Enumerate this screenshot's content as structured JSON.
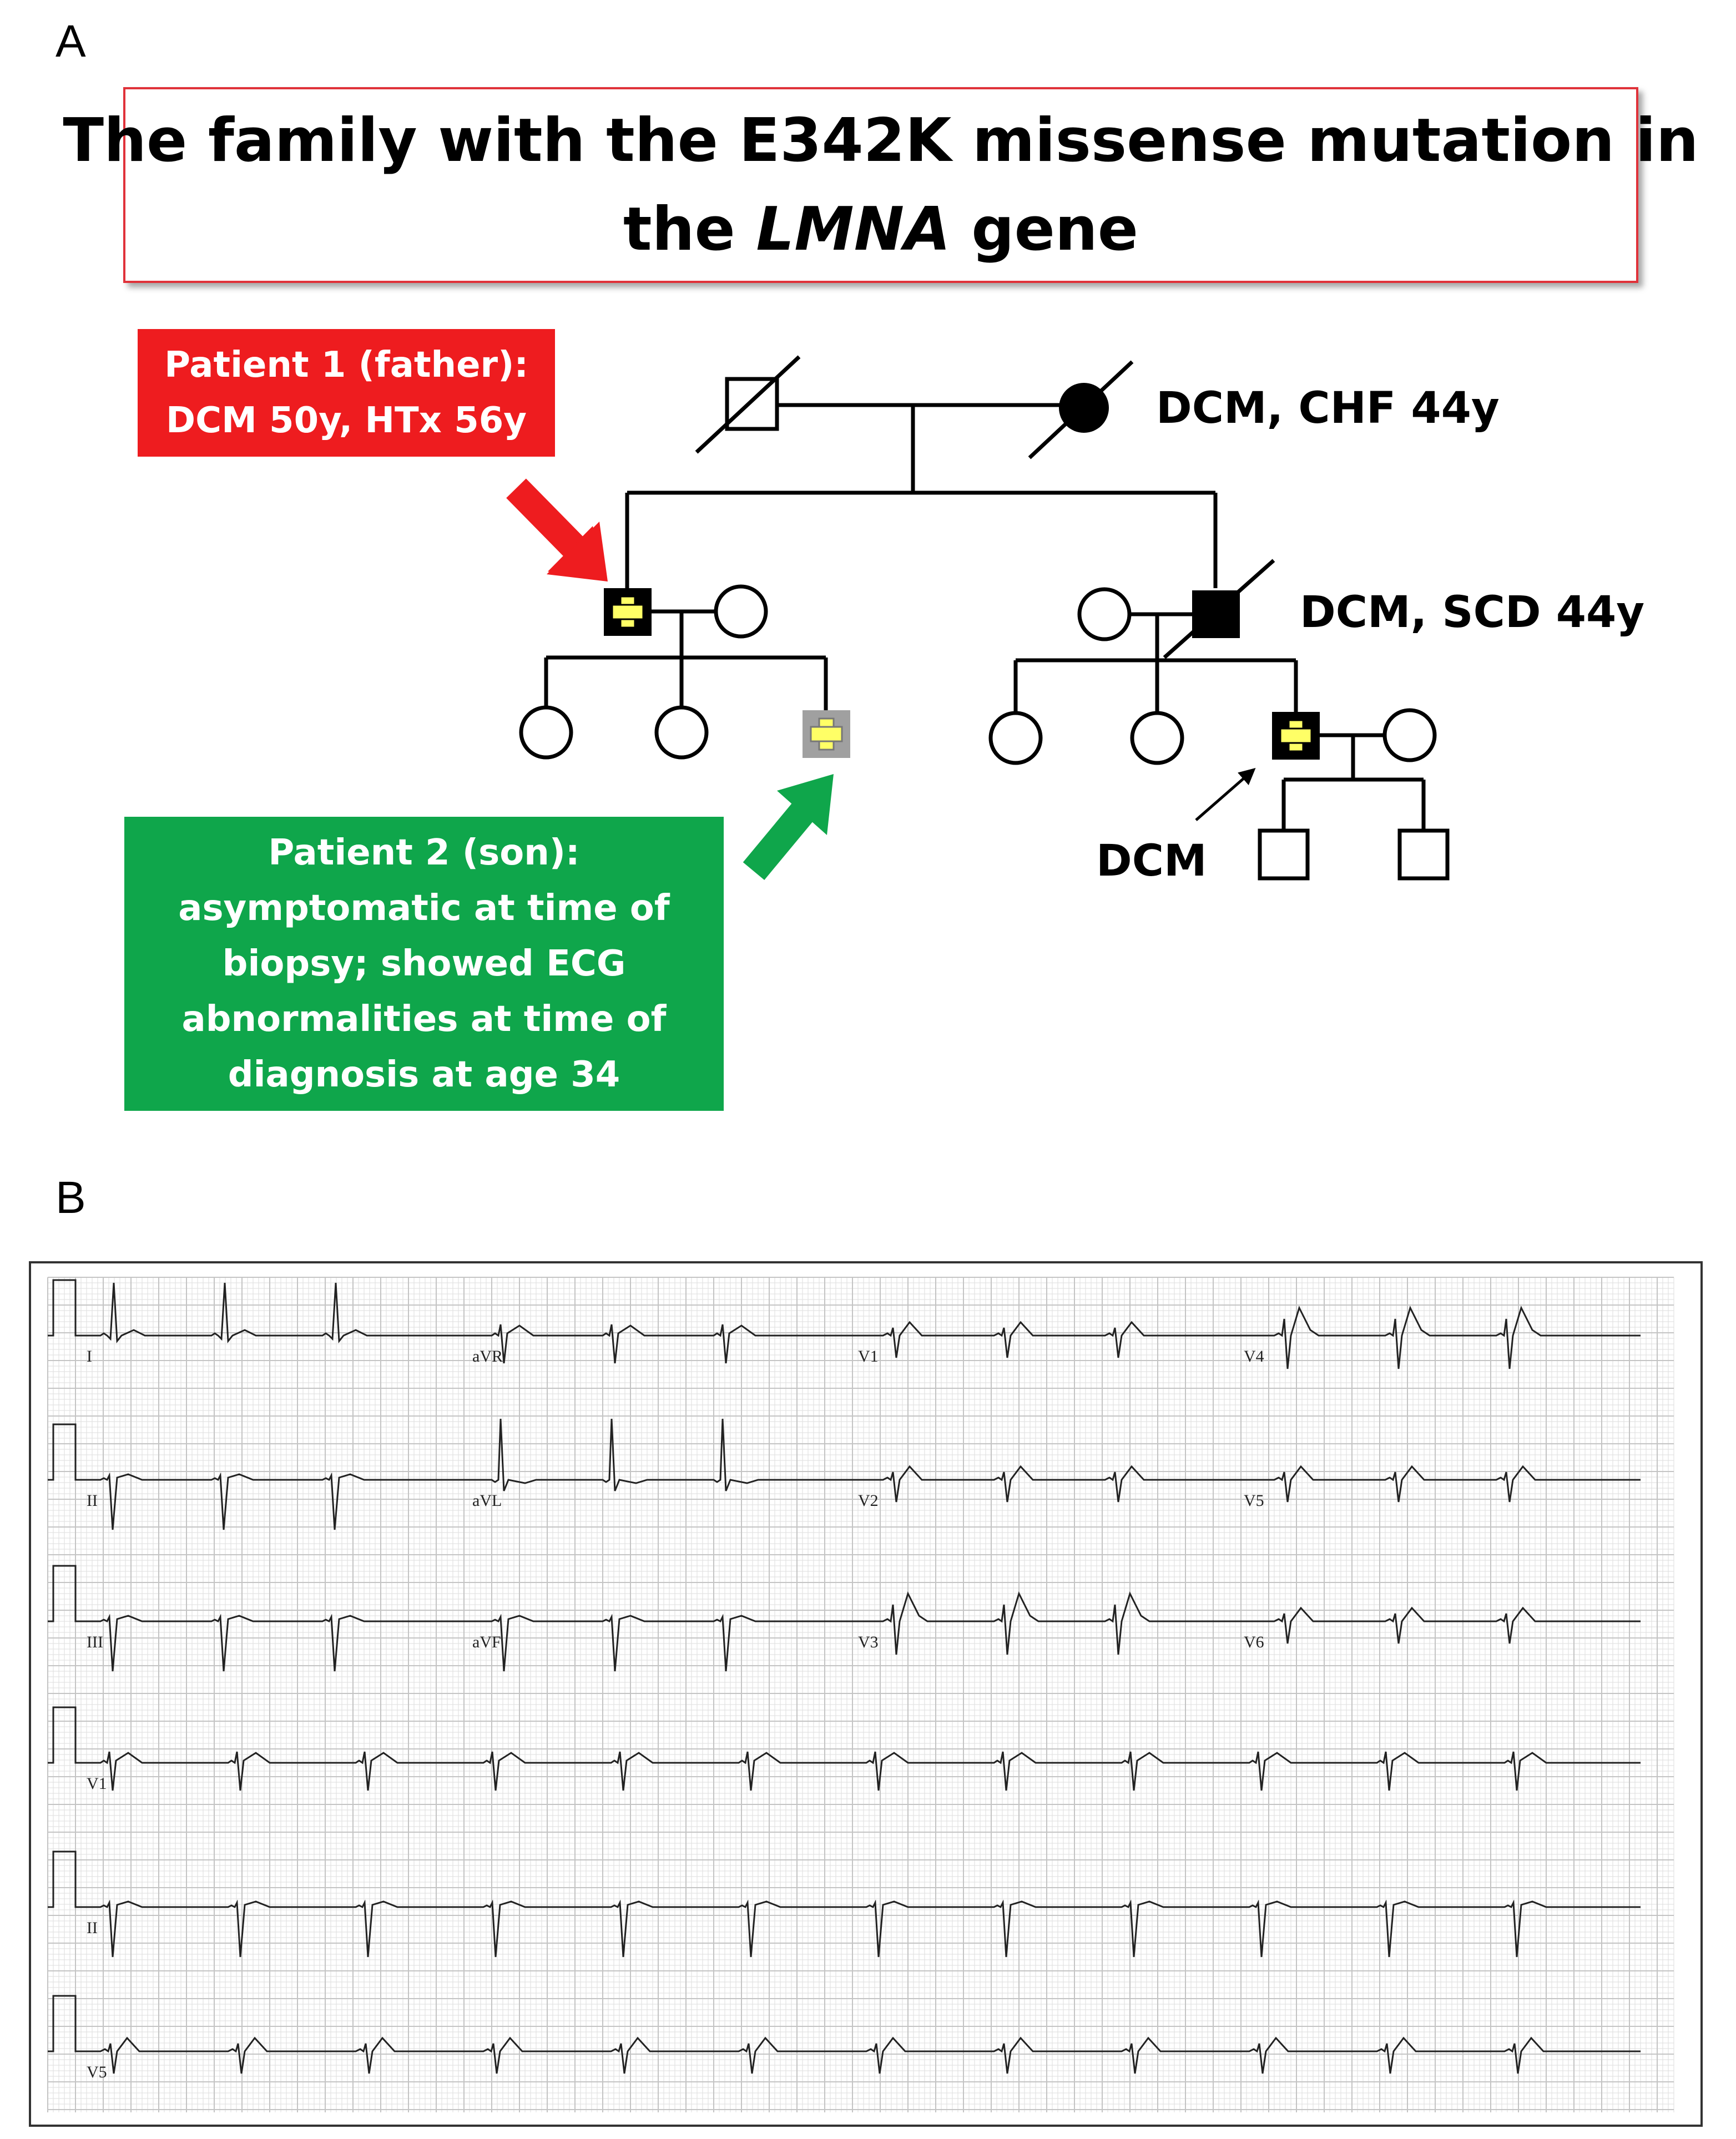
{
  "panel_a": {
    "letter": "A",
    "title_line1": "The family with the E342K missense mutation in",
    "title_line2_pre": "the ",
    "title_line2_gene": "LMNA",
    "title_line2_post": " gene",
    "patient1_line1": "Patient 1 (father):",
    "patient1_line2": "DCM 50y, HTx 56y",
    "patient2_lines": [
      "Patient 2 (son):",
      "asymptomatic at time of",
      "biopsy; showed ECG",
      "abnormalities at time of",
      "diagnosis at age 34"
    ],
    "pedigree_labels": {
      "grandmother": "DCM, CHF 44y",
      "uncle": "DCM, SCD 44y",
      "cousin": "DCM"
    }
  },
  "panel_b": {
    "letter": "B",
    "rows": [
      [
        "I",
        "aVR",
        "V1",
        "V4"
      ],
      [
        "II",
        "aVL",
        "V2",
        "V5"
      ],
      [
        "III",
        "aVF",
        "V3",
        "V6"
      ]
    ],
    "rhythm_strips": [
      "V1",
      "II",
      "V5"
    ]
  },
  "colors": {
    "title_border": "#e0323a",
    "patient1_fill": "#ee1c1f",
    "patient2_fill": "#0fa64b",
    "carrier_cross": "#ffff66",
    "ecg_grid": "#c8c8c8"
  }
}
